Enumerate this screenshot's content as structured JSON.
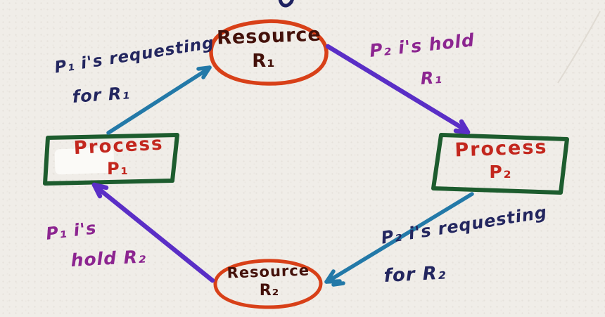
{
  "diagram": {
    "type": "resource-allocation-graph (deadlock cycle), hand-drawn",
    "nodes": {
      "r1": {
        "shape": "ellipse",
        "label": "Resource",
        "sub": "R₁"
      },
      "p1": {
        "shape": "rectangle",
        "label": "Process",
        "sub": "P₁"
      },
      "p2": {
        "shape": "rectangle",
        "label": "Process",
        "sub": "P₂"
      },
      "r2": {
        "shape": "ellipse",
        "label": "Resource",
        "sub": "R₂"
      }
    },
    "edges": {
      "p1_r1": {
        "from": "P₁",
        "to": "R₁",
        "relation": "request",
        "line1": "P₁ i's requesting",
        "line2": "for R₁"
      },
      "r1_p2": {
        "from": "R₁",
        "to": "P₂",
        "relation": "hold",
        "line1": "P₂ i's hold",
        "line2": "R₁"
      },
      "p2_r2": {
        "from": "P₂",
        "to": "R₂",
        "relation": "request",
        "line1": "P₂ i's requesting",
        "line2": "for R₂"
      },
      "r2_p1": {
        "from": "R₂",
        "to": "P₁",
        "relation": "hold",
        "line1": "P₁ i's",
        "line2": "hold R₂"
      }
    },
    "colors": {
      "paper": "#f0ede8",
      "ellipse_stroke": "#d84018",
      "rect_stroke": "#1d5c2e",
      "process_text": "#c3271e",
      "resource_text": "#44110a",
      "request_arrow": "#2379a8",
      "hold_arrow": "#5a2ec6",
      "request_label": "#23265f",
      "hold_label": "#8c2590"
    }
  }
}
